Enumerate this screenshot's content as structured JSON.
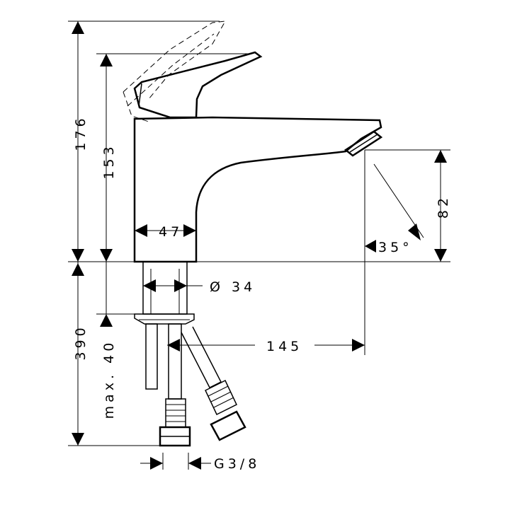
{
  "dimensions": {
    "total_height": "176",
    "spout_height": "153",
    "base_width": "47",
    "spout_clearance": "82",
    "spray_angle": "35°",
    "shank_diameter": "Ø 34",
    "spout_reach": "145",
    "hose_length": "390",
    "max_thickness": "max. 40",
    "thread": "G3/8"
  }
}
